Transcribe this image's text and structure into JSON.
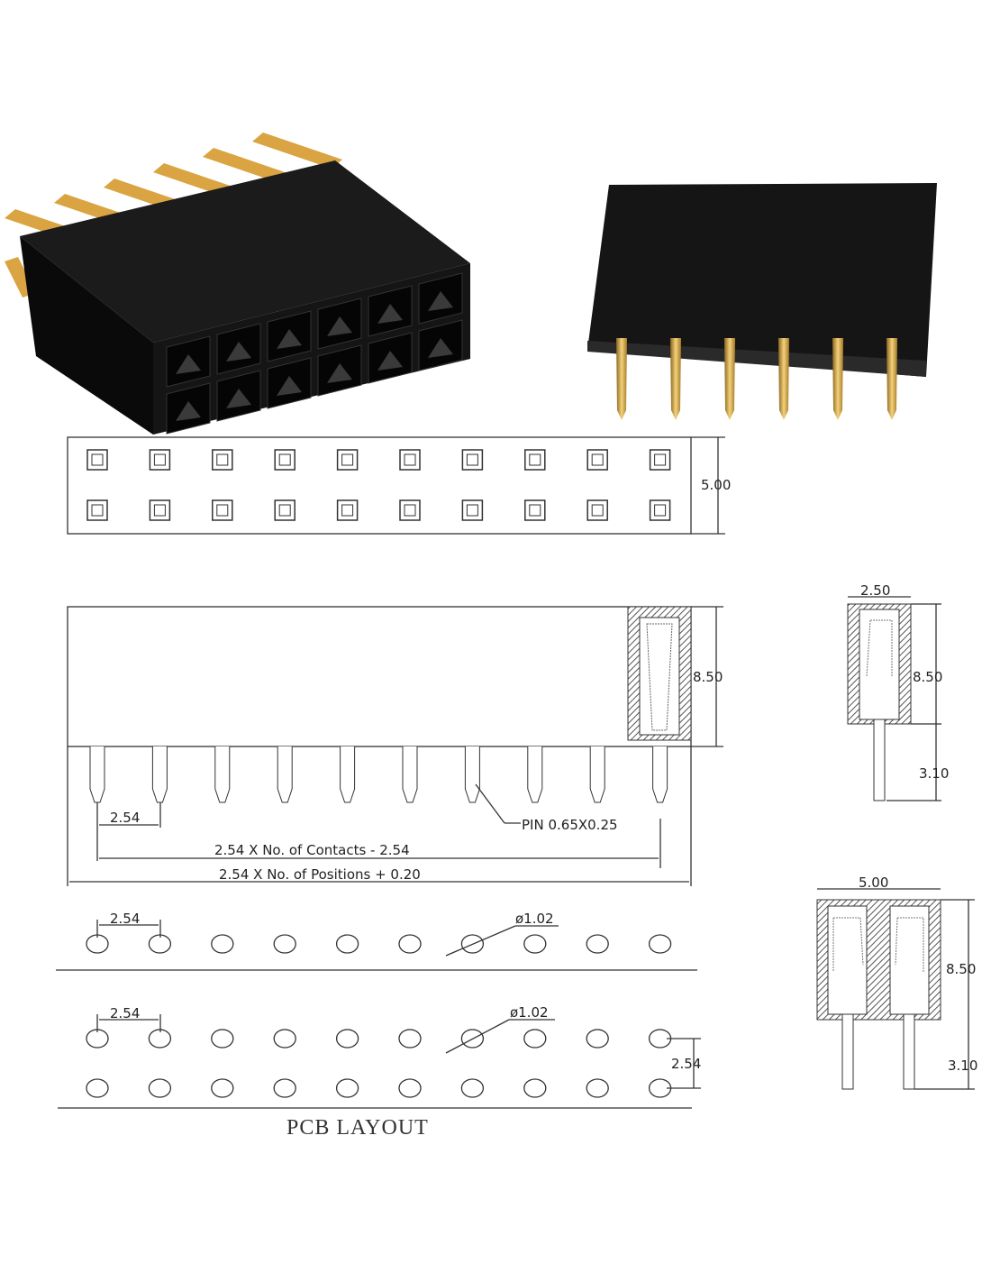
{
  "labels": {
    "top_width": "5.00",
    "side_height": "8.50",
    "pitch": "2.54",
    "pin_spec": "PIN 0.65X0.25",
    "contacts_formula": "2.54 X No. of Contacts - 2.54",
    "positions_formula": "2.54 X No. of Positions + 0.20",
    "hole_diameter": "ø1.02",
    "row_pitch": "2.54",
    "pcb_title": "PCB LAYOUT",
    "single_width": "2.50",
    "single_height": "8.50",
    "single_pin": "3.10",
    "double_width": "5.00",
    "double_height": "8.50",
    "double_pin": "3.10"
  },
  "colors": {
    "body": "#111111",
    "gold": "#d9a441",
    "hatch": "#555555"
  },
  "positions": 10
}
